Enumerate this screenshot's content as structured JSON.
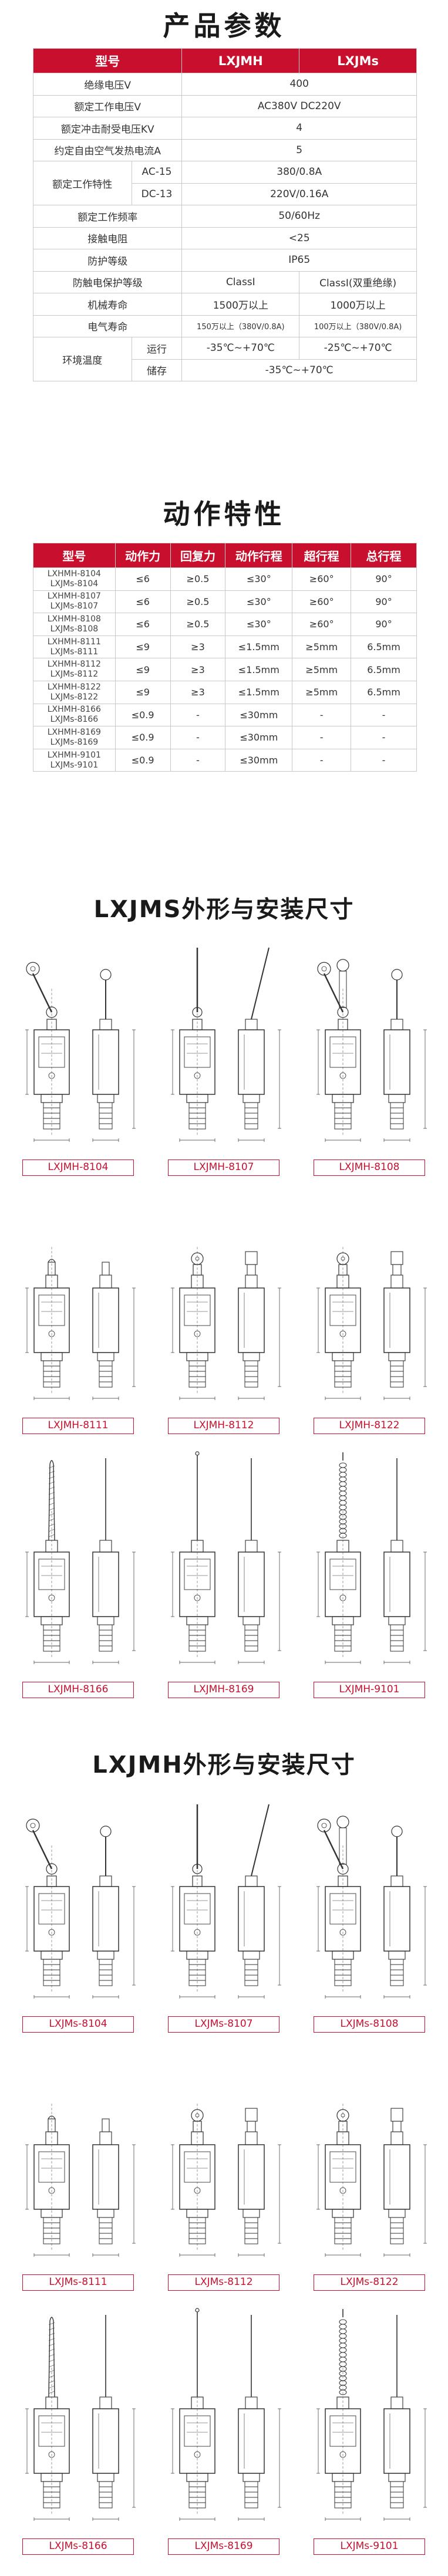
{
  "sections": {
    "params_title": "产品参数",
    "action_title": "动作特性",
    "lxjms_title": "LXJMS外形与安装尺寸",
    "lxjmh_title": "LXJMH外形与安装尺寸"
  },
  "spec_table": {
    "header": {
      "model": "型号",
      "col1": "LXJMH",
      "col2": "LXJMs"
    },
    "insulation": {
      "label": "绝缘电压V",
      "value": "400"
    },
    "rated_voltage": {
      "label": "额定工作电压V",
      "value": "AC380V DC220V"
    },
    "impulse": {
      "label": "额定冲击耐受电压KV",
      "value": "4"
    },
    "heat_current": {
      "label": "约定自由空气发热电流A",
      "value": "5"
    },
    "rated_current": {
      "label": "额定工作特性",
      "ac_cat": "AC-15",
      "ac_val": "380/0.8A",
      "dc_cat": "DC-13",
      "dc_val": "220V/0.16A"
    },
    "frequency": {
      "label": "额定工作频率",
      "value": "50/60Hz"
    },
    "contact_resistance": {
      "label": "接触电阻",
      "value": "<25"
    },
    "protection": {
      "label": "防护等级",
      "value": "IP65"
    },
    "shock_protection": {
      "label": "防触电保护等级",
      "col1": "ClassI",
      "col2": "ClassI(双重绝缘)"
    },
    "mech_life": {
      "label": "机械寿命",
      "col1": "1500万以上",
      "col2": "1000万以上"
    },
    "elec_life": {
      "label": "电气寿命",
      "col1": "150万以上（380V/0.8A)",
      "col2": "100万以上（380V/0.8A)"
    },
    "ambient": {
      "label": "环境温度",
      "run_label": "运行",
      "run_col1": "-35℃~+70℃",
      "run_col2": "-25℃~+70℃",
      "store_label": "储存",
      "store_value": "-35℃~+70℃"
    }
  },
  "action_table": {
    "headers": [
      "型号",
      "动作力",
      "回复力",
      "动作行程",
      "超行程",
      "总行程"
    ],
    "rows": [
      {
        "m1": "LXHMH-8104",
        "m2": "LXJMs-8104",
        "force": "≤6",
        "ret": "≥0.5",
        "act": "≤30°",
        "over": "≥60°",
        "total": "90°"
      },
      {
        "m1": "LXHMH-8107",
        "m2": "LXJMs-8107",
        "force": "≤6",
        "ret": "≥0.5",
        "act": "≤30°",
        "over": "≥60°",
        "total": "90°"
      },
      {
        "m1": "LXHMH-8108",
        "m2": "LXJMs-8108",
        "force": "≤6",
        "ret": "≥0.5",
        "act": "≤30°",
        "over": "≥60°",
        "total": "90°"
      },
      {
        "m1": "LXHMH-8111",
        "m2": "LXJMs-8111",
        "force": "≤9",
        "ret": "≥3",
        "act": "≤1.5mm",
        "over": "≥5mm",
        "total": "6.5mm"
      },
      {
        "m1": "LXHMH-8112",
        "m2": "LXJMs-8112",
        "force": "≤9",
        "ret": "≥3",
        "act": "≤1.5mm",
        "over": "≥5mm",
        "total": "6.5mm"
      },
      {
        "m1": "LXHMH-8122",
        "m2": "LXJMs-8122",
        "force": "≤9",
        "ret": "≥3",
        "act": "≤1.5mm",
        "over": "≥5mm",
        "total": "6.5mm"
      },
      {
        "m1": "LXHMH-8166",
        "m2": "LXJMs-8166",
        "force": "≤0.9",
        "ret": "-",
        "act": "≤30mm",
        "over": "-",
        "total": "-"
      },
      {
        "m1": "LXHMH-8169",
        "m2": "LXJMs-8169",
        "force": "≤0.9",
        "ret": "-",
        "act": "≤30mm",
        "over": "-",
        "total": "-"
      },
      {
        "m1": "LXHMH-9101",
        "m2": "LXJMs-9101",
        "force": "≤0.9",
        "ret": "-",
        "act": "≤30mm",
        "over": "-",
        "total": "-"
      }
    ]
  },
  "drawings_lxjms": [
    {
      "caption": "LXJMH-8104",
      "kind": "lever"
    },
    {
      "caption": "LXJMH-8107",
      "kind": "rod"
    },
    {
      "caption": "LXJMH-8108",
      "kind": "adjlever"
    },
    {
      "caption": "LXJMH-8111",
      "kind": "plunger"
    },
    {
      "caption": "LXJMH-8112",
      "kind": "rollerplunger"
    },
    {
      "caption": "LXJMH-8122",
      "kind": "rollerplunger"
    },
    {
      "caption": "LXJMH-8166",
      "kind": "spring"
    },
    {
      "caption": "LXJMH-8169",
      "kind": "wire"
    },
    {
      "caption": "LXJMH-9101",
      "kind": "coil"
    }
  ],
  "drawings_lxjmh": [
    {
      "caption": "LXJMs-8104",
      "kind": "lever"
    },
    {
      "caption": "LXJMs-8107",
      "kind": "rod"
    },
    {
      "caption": "LXJMs-8108",
      "kind": "adjlever"
    },
    {
      "caption": "LXJMs-8111",
      "kind": "plunger"
    },
    {
      "caption": "LXJMs-8112",
      "kind": "rollerplunger"
    },
    {
      "caption": "LXJMs-8122",
      "kind": "rollerplunger"
    },
    {
      "caption": "LXJMs-8166",
      "kind": "spring"
    },
    {
      "caption": "LXJMs-8169",
      "kind": "wire"
    },
    {
      "caption": "LXJMs-9101",
      "kind": "coil"
    }
  ],
  "colors": {
    "accent": "#c8102e",
    "line": "#333333"
  }
}
